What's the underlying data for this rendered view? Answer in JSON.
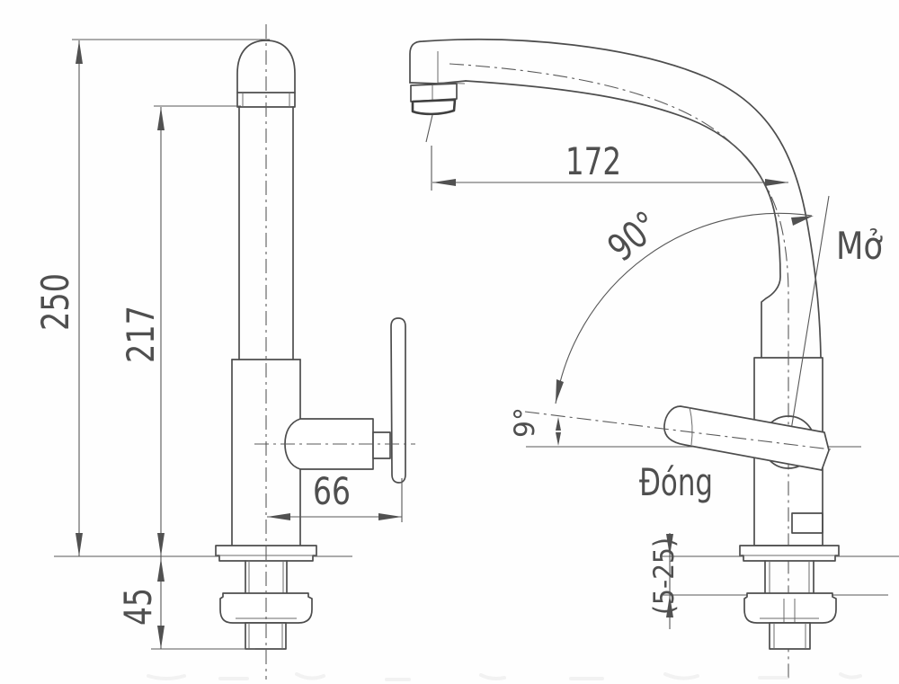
{
  "drawing": {
    "type": "faucet-technical-drawing",
    "views": [
      "front-view-closed",
      "side-view-spout-and-handle-swing"
    ],
    "colors": {
      "line": "#4d4d4d",
      "dimension": "#585858",
      "text": "#4f4f4f",
      "background": "#ffffff"
    }
  },
  "labels": {
    "total_height": "250",
    "spout_height": "217",
    "below_counter": "45",
    "handle_offset": "66",
    "spout_reach": "172",
    "swing_angle": "90°",
    "closed_angle": "9°",
    "counter_thickness": "(5-25)",
    "open": "Mở",
    "closed": "Đóng"
  }
}
